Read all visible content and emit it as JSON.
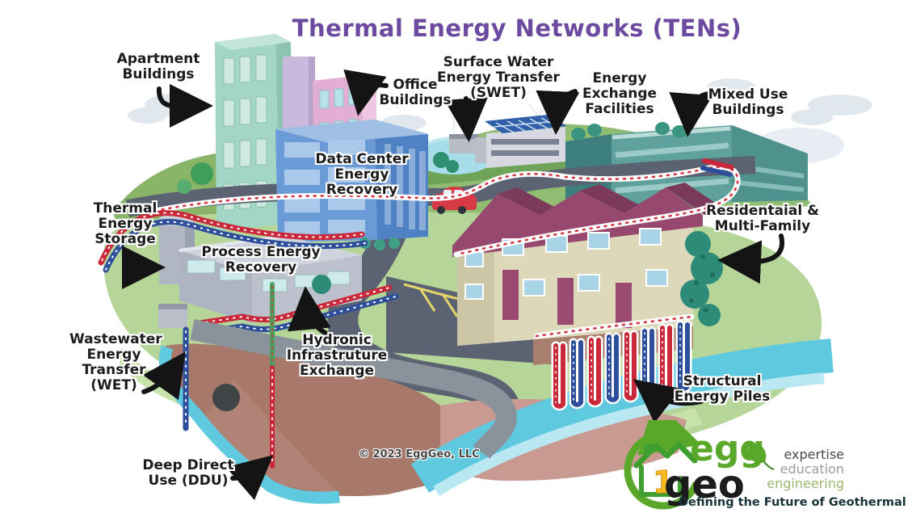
{
  "title": "Thermal Energy Networks (TENs)",
  "labels": {
    "apartment_buildings": "Apartment\nBuildings",
    "office_buildings": "Office\nBuildings",
    "surface_water": "Surface Water\nEnergy Transfer\n(SWET)",
    "energy_exchange": "Energy Exchange\nFacilities",
    "mixed_use": "Mixed Use\nBuildings",
    "data_center": "Data Center\nEnergy\nRecovery",
    "thermal_storage": "Thermal\nEnergy\nStorage",
    "process_energy": "Process Energy\nRecovery",
    "residential": "Residentaial &\nMulti-Family",
    "wastewater": "Wastewater\nEnergy\nTransfer\n(WET)",
    "hydronic": "Hydronic\nInfrastruture\nExchange",
    "structural_piles": "Structural\nEnergy Piles",
    "deep_direct_use": "Deep Direct\nUse (DDU)"
  },
  "copyright": "© 2023 EggGeo, LLC",
  "logo": {
    "word_egg": "egg",
    "word_geo": "geo",
    "numeral": "1",
    "values": [
      "expertise",
      "education",
      "engineering"
    ],
    "tagline": "Defining the Future of Geothermal"
  },
  "colors": {
    "title": "#6b4a9f",
    "label_text": "#1c1c1c",
    "pipe_red": "#c9293a",
    "pipe_blue": "#2d4e9a",
    "water": "#5fc9e0",
    "logo_green": "#5aa829",
    "grass": "#b5d698",
    "road": "#5b6372",
    "earth": "#a8786b"
  }
}
